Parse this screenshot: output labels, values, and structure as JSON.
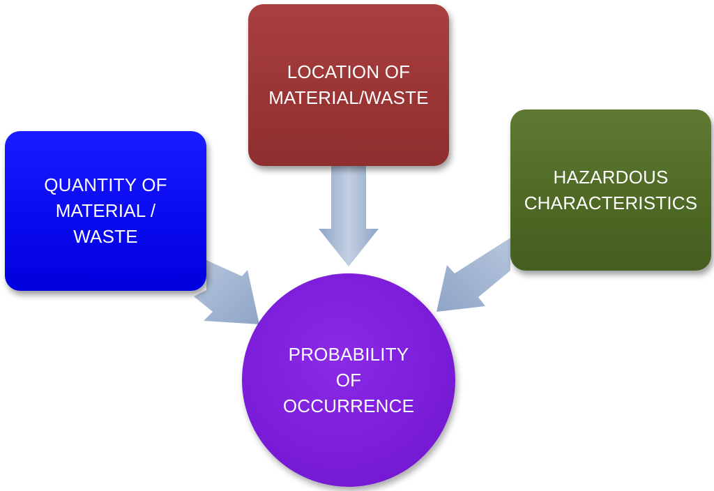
{
  "nodes": {
    "location": {
      "label": "LOCATION OF\nMATERIAL/WASTE",
      "color": "#9b3535"
    },
    "quantity": {
      "label": "QUANTITY OF\nMATERIAL /\nWASTE",
      "color": "#0a0af0"
    },
    "hazardous": {
      "label": "HAZARDOUS\nCHARACTERISTICS",
      "color": "#4e6a25"
    },
    "probability": {
      "label": "PROBABILITY\nOF\nOCCURRENCE",
      "color": "#7a1cd8"
    }
  },
  "arrows": [
    {
      "from": "location",
      "to": "probability"
    },
    {
      "from": "quantity",
      "to": "probability"
    },
    {
      "from": "hazardous",
      "to": "probability"
    }
  ],
  "arrow_color": "#a7b9d4"
}
